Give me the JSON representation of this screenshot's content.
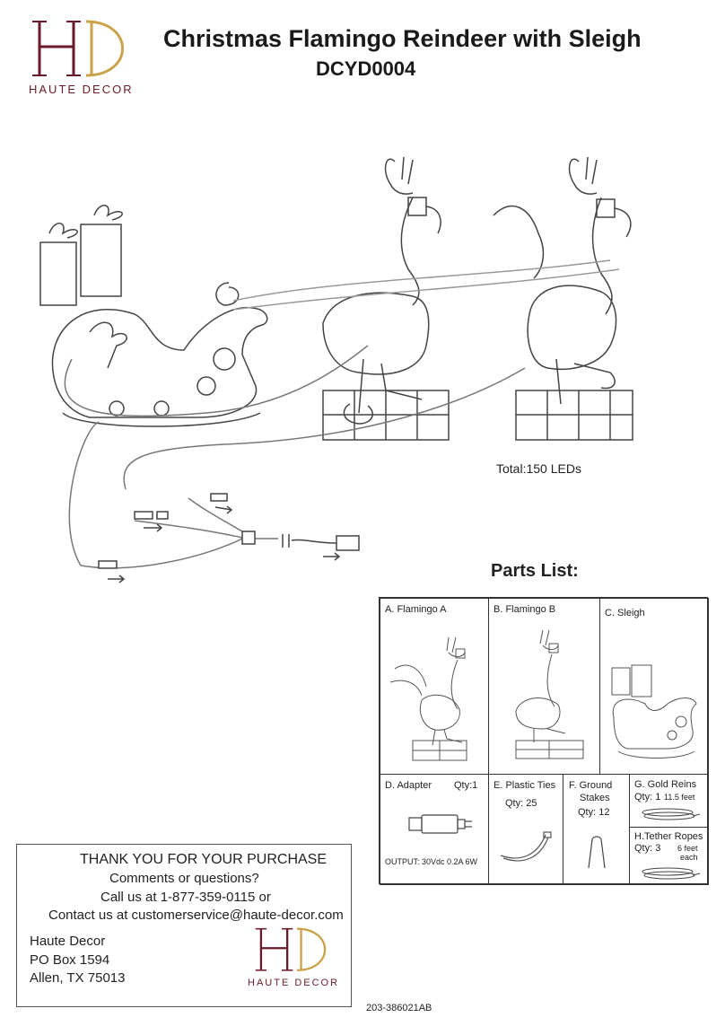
{
  "brand": {
    "initials": "HD",
    "name": "HAUTE DECOR",
    "colors": {
      "maroon": "#6b1a2a",
      "gold": "#c9a24a"
    }
  },
  "header": {
    "title": "Christmas Flamingo Reindeer with Sleigh",
    "model": "DCYD0004"
  },
  "main_illustration": {
    "total_leds": "Total:150 LEDs"
  },
  "parts": {
    "heading": "Parts List:",
    "items": [
      {
        "label": "A. Flamingo A"
      },
      {
        "label": "B. Flamingo B"
      },
      {
        "label": "C. Sleigh"
      },
      {
        "label": "D. Adapter",
        "qty": "Qty:1",
        "note": "OUTPUT: 30Vdc 0.2A 6W"
      },
      {
        "label": "E. Plastic Ties",
        "qty": "Qty: 25"
      },
      {
        "label_line1": "F. Ground",
        "label_line2": "Stakes",
        "qty": "Qty: 12"
      },
      {
        "label": "G. Gold Reins",
        "qty": "Qty: 1",
        "length": "11.5 feet"
      },
      {
        "label": "H.Tether Ropes",
        "qty": "Qty: 3",
        "length_line1": "6 feet",
        "length_line2": "each"
      }
    ]
  },
  "contact": {
    "thank_you": "THANK YOU FOR YOUR PURCHASE",
    "questions": "Comments or questions?",
    "phone": "Call us at 1-877-359-0115 or",
    "email": "Contact us at customerservice@haute-decor.com",
    "address_lines": [
      "Haute Decor",
      "PO Box 1594",
      "Allen, TX 75013"
    ]
  },
  "footer": {
    "code": "203-386021AB"
  }
}
